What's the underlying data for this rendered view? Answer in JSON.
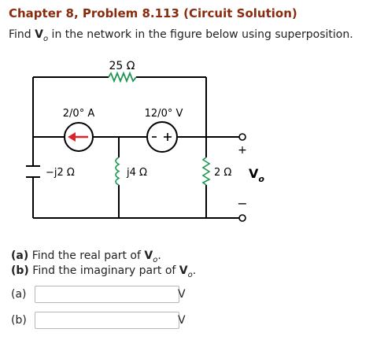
{
  "header": {
    "title": "Chapter 8, Problem 8.113 (Circuit Solution)",
    "prompt_before": "Find ",
    "var_letter": "V",
    "var_sub": "o",
    "prompt_after": " in the network in the figure below using superposition."
  },
  "circuit": {
    "resistor_25": "25 Ω",
    "current_source": "2/0° A",
    "voltage_source": "12/0° V",
    "capacitor": "−j2 Ω",
    "inductor": "j4 Ω",
    "resistor_2": "2 Ω",
    "terminal_plus": "+",
    "terminal_minus": "−",
    "output_letter": "V",
    "output_sub": "o"
  },
  "questions": [
    {
      "tag": "(a)",
      "text": " Find the real part of ",
      "var": "V",
      "sub": "o",
      "end": "."
    },
    {
      "tag": "(b)",
      "text": " Find the imaginary part of ",
      "var": "V",
      "sub": "o",
      "end": "."
    }
  ],
  "answers": [
    {
      "label": "(a)",
      "value": "",
      "unit": "V"
    },
    {
      "label": "(b)",
      "value": "",
      "unit": "V"
    }
  ]
}
